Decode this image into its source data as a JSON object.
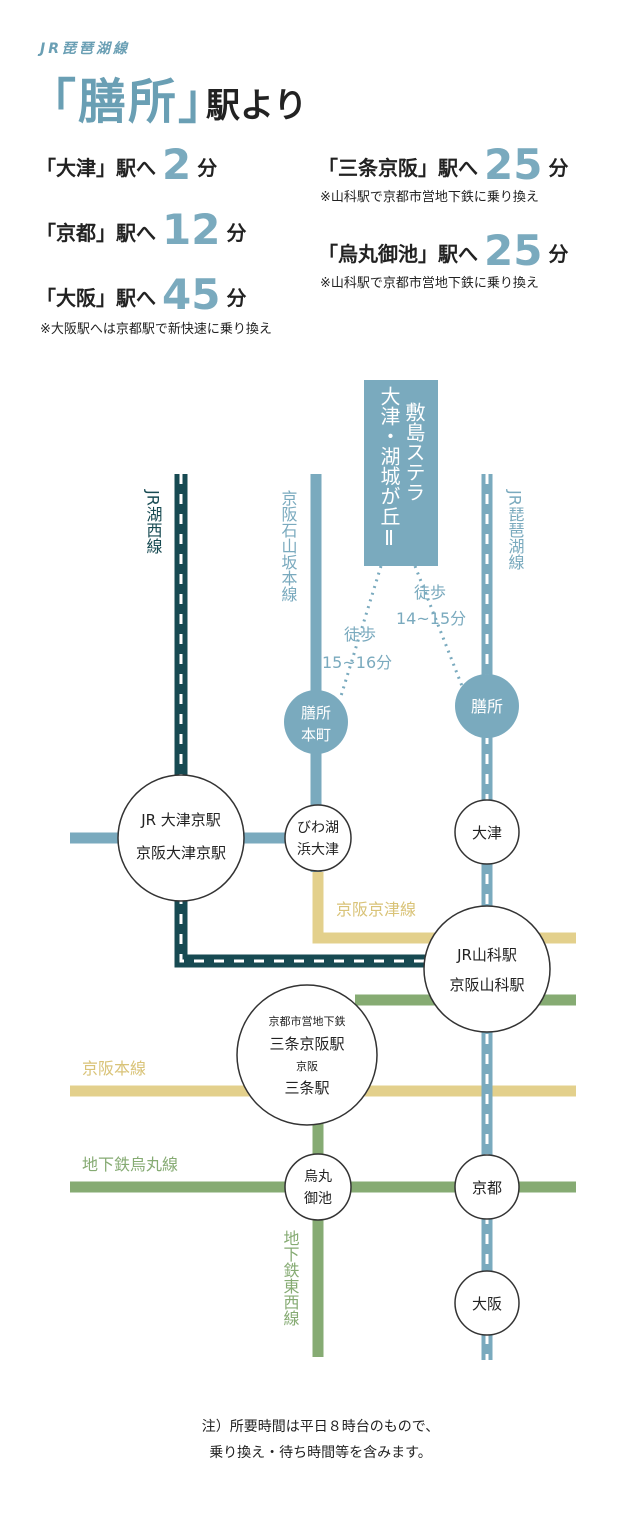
{
  "header": {
    "line_name": "JR琵琶湖線",
    "station": "「膳所」",
    "suffix": "駅より"
  },
  "times": [
    {
      "dest": "「大津」駅へ",
      "minutes": "2",
      "unit": "分",
      "note": ""
    },
    {
      "dest": "「京都」駅へ",
      "minutes": "12",
      "unit": "分",
      "note": ""
    },
    {
      "dest": "「大阪」駅へ",
      "minutes": "45",
      "unit": "分",
      "note": "※大阪駅へは京都駅で新快速に乗り換え"
    },
    {
      "dest": "「三条京阪」駅へ",
      "minutes": "25",
      "unit": "分",
      "note": "※山科駅で京都市営地下鉄に乗り換え"
    },
    {
      "dest": "「烏丸御池」駅へ",
      "minutes": "25",
      "unit": "分",
      "note": "※山科駅で京都市営地下鉄に乗り換え"
    }
  ],
  "map": {
    "destination_box": {
      "line1": "敷島ステラ",
      "line2": "大津・湖城が丘Ⅱ"
    },
    "lines": {
      "jr_kosei": "JR湖西線",
      "keihan_ishiyama": "京阪石山坂本線",
      "jr_biwako": "JR琵琶湖線",
      "keihan_keishin": "京阪京津線",
      "keihan_main": "京阪本線",
      "subway_karasuma": "地下鉄烏丸線",
      "subway_tozai": "地下鉄東西線"
    },
    "walks": [
      {
        "label": "徒歩",
        "time": "15~16分"
      },
      {
        "label": "徒歩",
        "time": "14~15分"
      }
    ],
    "stations": {
      "zeze_honmachi": [
        "膳所",
        "本町"
      ],
      "zeze": "膳所",
      "otsukyo": [
        "JR 大津京駅",
        "京阪大津京駅"
      ],
      "biwako_hamaotsu": [
        "びわ湖",
        "浜大津"
      ],
      "otsu": "大津",
      "yamashina": [
        "JR山科駅",
        "京阪山科駅"
      ],
      "sanjo": [
        "京都市営地下鉄",
        "三条京阪駅",
        "京阪",
        "三条駅"
      ],
      "karasuma_oike": [
        "烏丸",
        "御池"
      ],
      "kyoto": "京都",
      "osaka": "大阪"
    },
    "colors": {
      "jr_kosei": "#174a52",
      "jr_biwako": "#7aaabe",
      "keihan_blue": "#7aaabe",
      "keihan_yellow": "#e3d08c",
      "subway_green": "#86ab73"
    }
  },
  "footer": {
    "line1": "注）所要時間は平日８時台のもので、",
    "line2": "乗り換え・待ち時間等を含みます。"
  }
}
